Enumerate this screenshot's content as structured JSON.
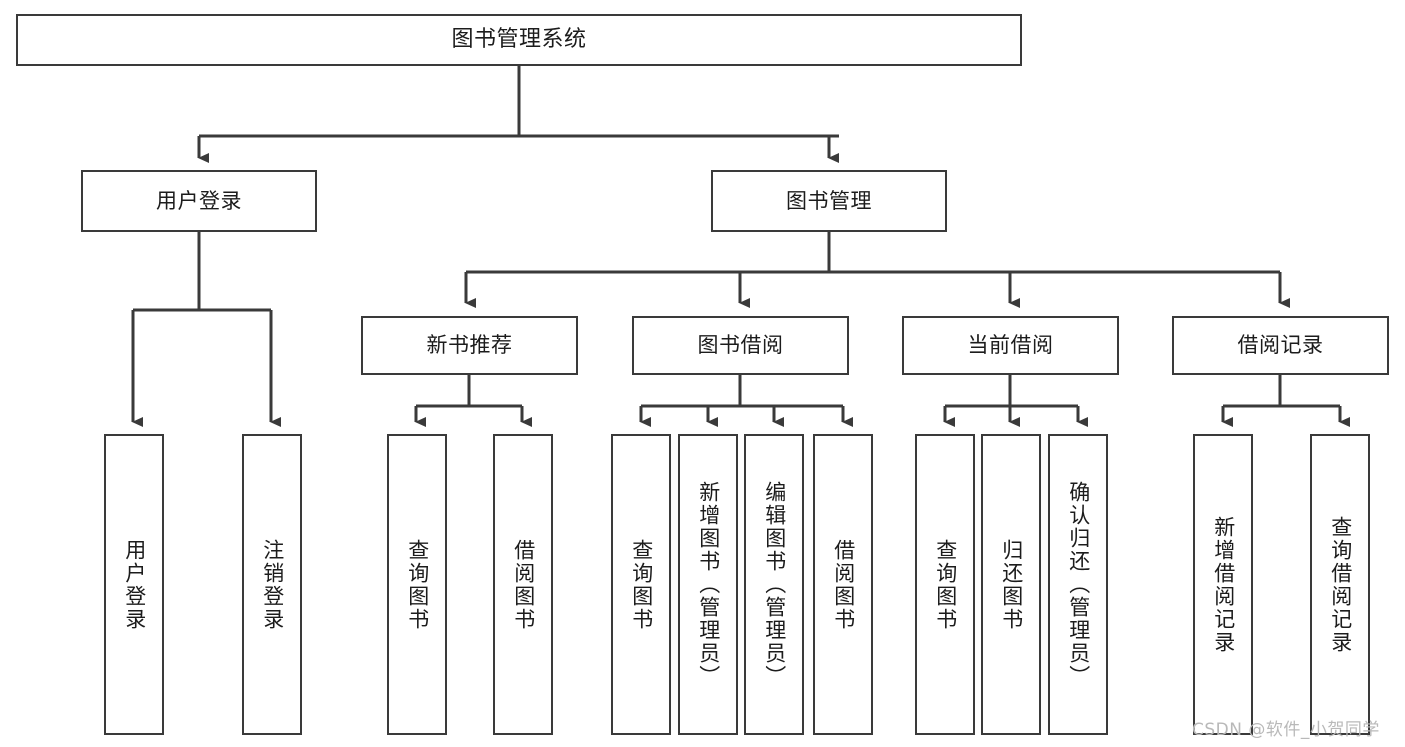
{
  "diagram": {
    "title": "图书管理系统",
    "type": "tree-hierarchy-chart",
    "root": {
      "label": "图书管理系统"
    },
    "level1": [
      {
        "label": "用户登录"
      },
      {
        "label": "图书管理"
      }
    ],
    "level2": [
      {
        "label": "新书推荐"
      },
      {
        "label": "图书借阅"
      },
      {
        "label": "当前借阅"
      },
      {
        "label": "借阅记录"
      }
    ],
    "leaves_user_login": [
      {
        "label": "用户登录"
      },
      {
        "label": "注销登录"
      }
    ],
    "leaves_new_books": [
      {
        "label": "查询图书"
      },
      {
        "label": "借阅图书"
      }
    ],
    "leaves_borrow": [
      {
        "label": "查询图书"
      },
      {
        "label": "新增图书（管理员）"
      },
      {
        "label": "编辑图书（管理员）"
      },
      {
        "label": "借阅图书"
      }
    ],
    "leaves_current": [
      {
        "label": "查询图书"
      },
      {
        "label": "归还图书"
      },
      {
        "label": "确认归还（管理员）"
      }
    ],
    "leaves_records": [
      {
        "label": "新增借阅记录"
      },
      {
        "label": "查询借阅记录"
      }
    ]
  },
  "watermark": {
    "text": "CSDN @软件_小贺同学"
  },
  "colors": {
    "border": "#3a3a3a",
    "fill": "#ffffff",
    "text": "#1c1c1c",
    "watermark": "#b9b9b9"
  }
}
